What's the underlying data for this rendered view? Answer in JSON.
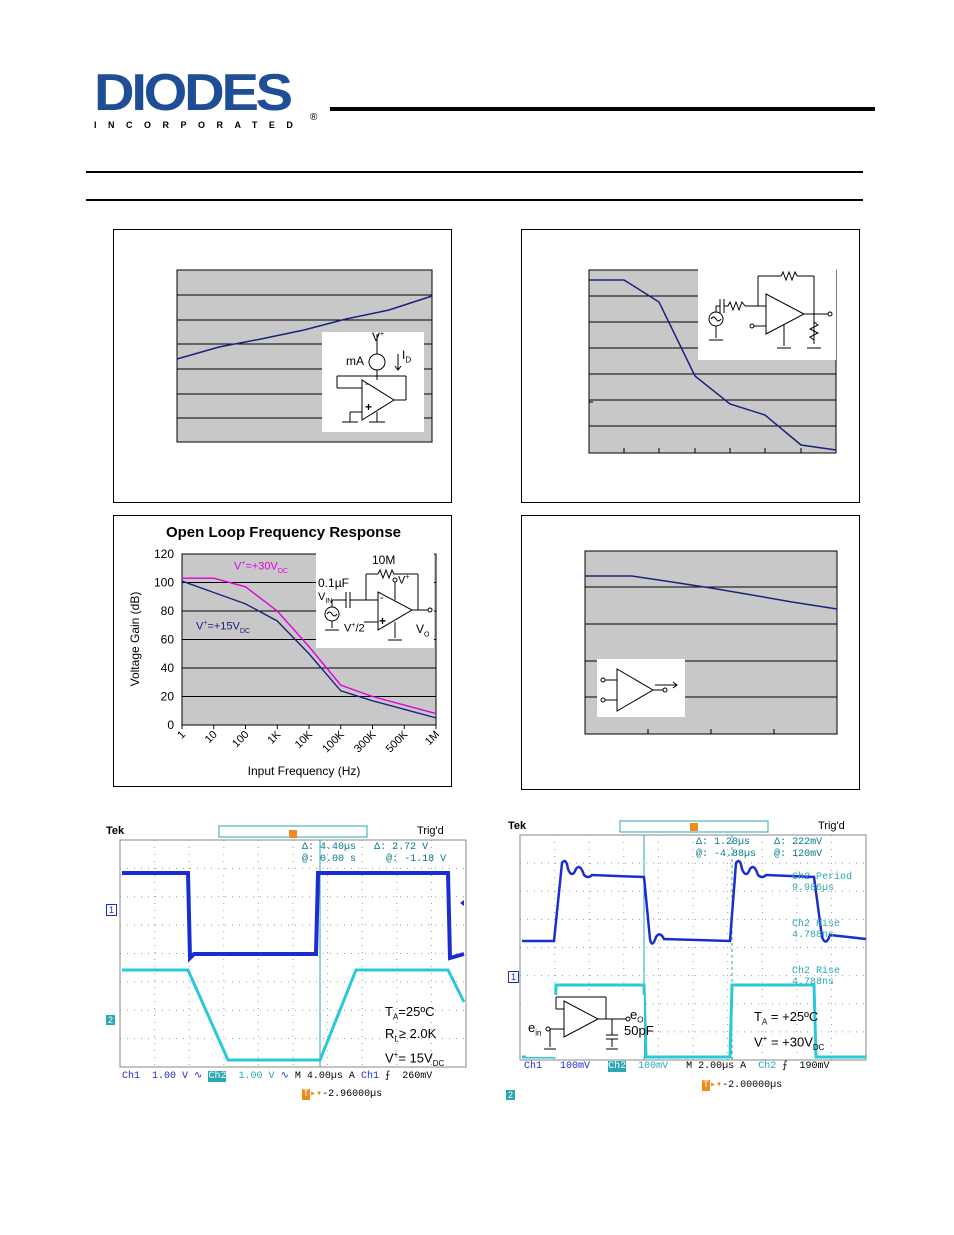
{
  "brand": {
    "name": "DIODES",
    "sub": "INCORPORATED",
    "reg": "®",
    "color": "#1f4e96"
  },
  "chart_tl": {
    "circuit": {
      "vplus": "V",
      "vplus_sup": "+",
      "ma": "mA",
      "id": "I",
      "id_sub": "D",
      "minus": "-",
      "plus": "+"
    }
  },
  "chart_bl": {
    "chart_data": {
      "type": "line",
      "title": "Open Loop Frequency Response",
      "xlabel": "Input Frequency (Hz)",
      "ylabel": "Voltage Gain (dB)",
      "x_ticks": [
        "1",
        "10",
        "100",
        "1K",
        "10K",
        "100K",
        "300K",
        "500K",
        "1M"
      ],
      "y_ticks": [
        "0",
        "20",
        "40",
        "60",
        "80",
        "100",
        "120"
      ],
      "ylim": [
        0,
        120
      ],
      "series": [
        {
          "name_main": "V",
          "name_sup": "+",
          "name_rest": "=+30V",
          "name_sub": "DC",
          "color": "#e000e0",
          "x": [
            "1",
            "10",
            "100",
            "1K",
            "10K",
            "100K",
            "300K",
            "500K",
            "1M"
          ],
          "values": [
            103,
            103,
            97,
            80,
            55,
            28,
            20,
            14,
            8
          ]
        },
        {
          "name_main": "V",
          "name_sup": "+",
          "name_rest": "=+15V",
          "name_sub": "DC",
          "color": "#1a237e",
          "x": [
            "1",
            "10",
            "100",
            "1K",
            "10K",
            "100K",
            "300K",
            "500K",
            "1M"
          ],
          "values": [
            101,
            93,
            85,
            73,
            50,
            24,
            17,
            11,
            5
          ]
        }
      ]
    },
    "circuit": {
      "r": "10M",
      "c": "0.1",
      "c_unit": "µF",
      "vin": "V",
      "vin_sub": "IN",
      "vplus": "V",
      "vplus_sup": "+",
      "vhalf": "V",
      "vhalf_sup": "+",
      "vhalf_rest": "/2",
      "vo": "V",
      "vo_sub": "O",
      "minus": "-",
      "plus": "+"
    }
  },
  "scope1": {
    "brand": "Tek",
    "trig": "Trig'd",
    "cursor": {
      "d_label": "Δ:",
      "d_time": "4.40µs",
      "d2_label": "Δ:",
      "d_volt": "2.72 V",
      "at_label": "@:",
      "at_time": "0.00 s",
      "at2_label": "@:",
      "at_volt": "-1.18 V"
    },
    "markers": {
      "ch1": "1",
      "ch2": "2"
    },
    "bottom": {
      "ch1": "Ch1",
      "ch1v": "1.00 V",
      "ch2": "Ch2",
      "ch2v": "1.00 V",
      "m": "M 4.00µs",
      "a": "A",
      "ch1b": "Ch1",
      "trig": "260mV"
    },
    "offset": "-2.96000µs",
    "cond": {
      "ta": "T",
      "ta_sub": "A",
      "ta_rest": "=25ºC",
      "rl": "R",
      "rl_sub": "L",
      "rl_rest": "≥ 2.0K",
      "vp": "V",
      "vp_sup": "+",
      "vp_rest": "= 15V",
      "vp_sub": "DC"
    }
  },
  "scope2": {
    "brand": "Tek",
    "trig": "Trig'd",
    "cursor": {
      "d_label": "Δ:",
      "d_time": "1.20µs",
      "d2_label": "Δ:",
      "d_volt": "222mV",
      "at_label": "@:",
      "at_time": "-4.88µs",
      "at2_label": "@:",
      "at_volt": "120mV"
    },
    "meas": [
      {
        "label": "Ch2 Period",
        "value": "9.986µs"
      },
      {
        "label": "Ch2 Rise",
        "value": "4.788ns"
      },
      {
        "label": "Ch2 Rise",
        "value": "4.788ns"
      }
    ],
    "markers": {
      "ch1": "1",
      "ch2": "2"
    },
    "bottom": {
      "ch1": "Ch1",
      "ch1v": "100mV",
      "ch2": "Ch2",
      "ch2v": "100mV",
      "m": "M 2.00µs",
      "a": "A",
      "ch2b": "Ch2",
      "trig": "190mV"
    },
    "offset": "-2.00000µs",
    "circuit": {
      "ein": "e",
      "ein_sub": "in",
      "eo": "e",
      "eo_sub": "O",
      "cap": "50pF"
    },
    "cond": {
      "ta": "T",
      "ta_sub": "A",
      "ta_rest": " = +25ºC",
      "vp": "V",
      "vp_sup": "+",
      "vp_rest": " = +30V",
      "vp_sub": "DC"
    }
  }
}
